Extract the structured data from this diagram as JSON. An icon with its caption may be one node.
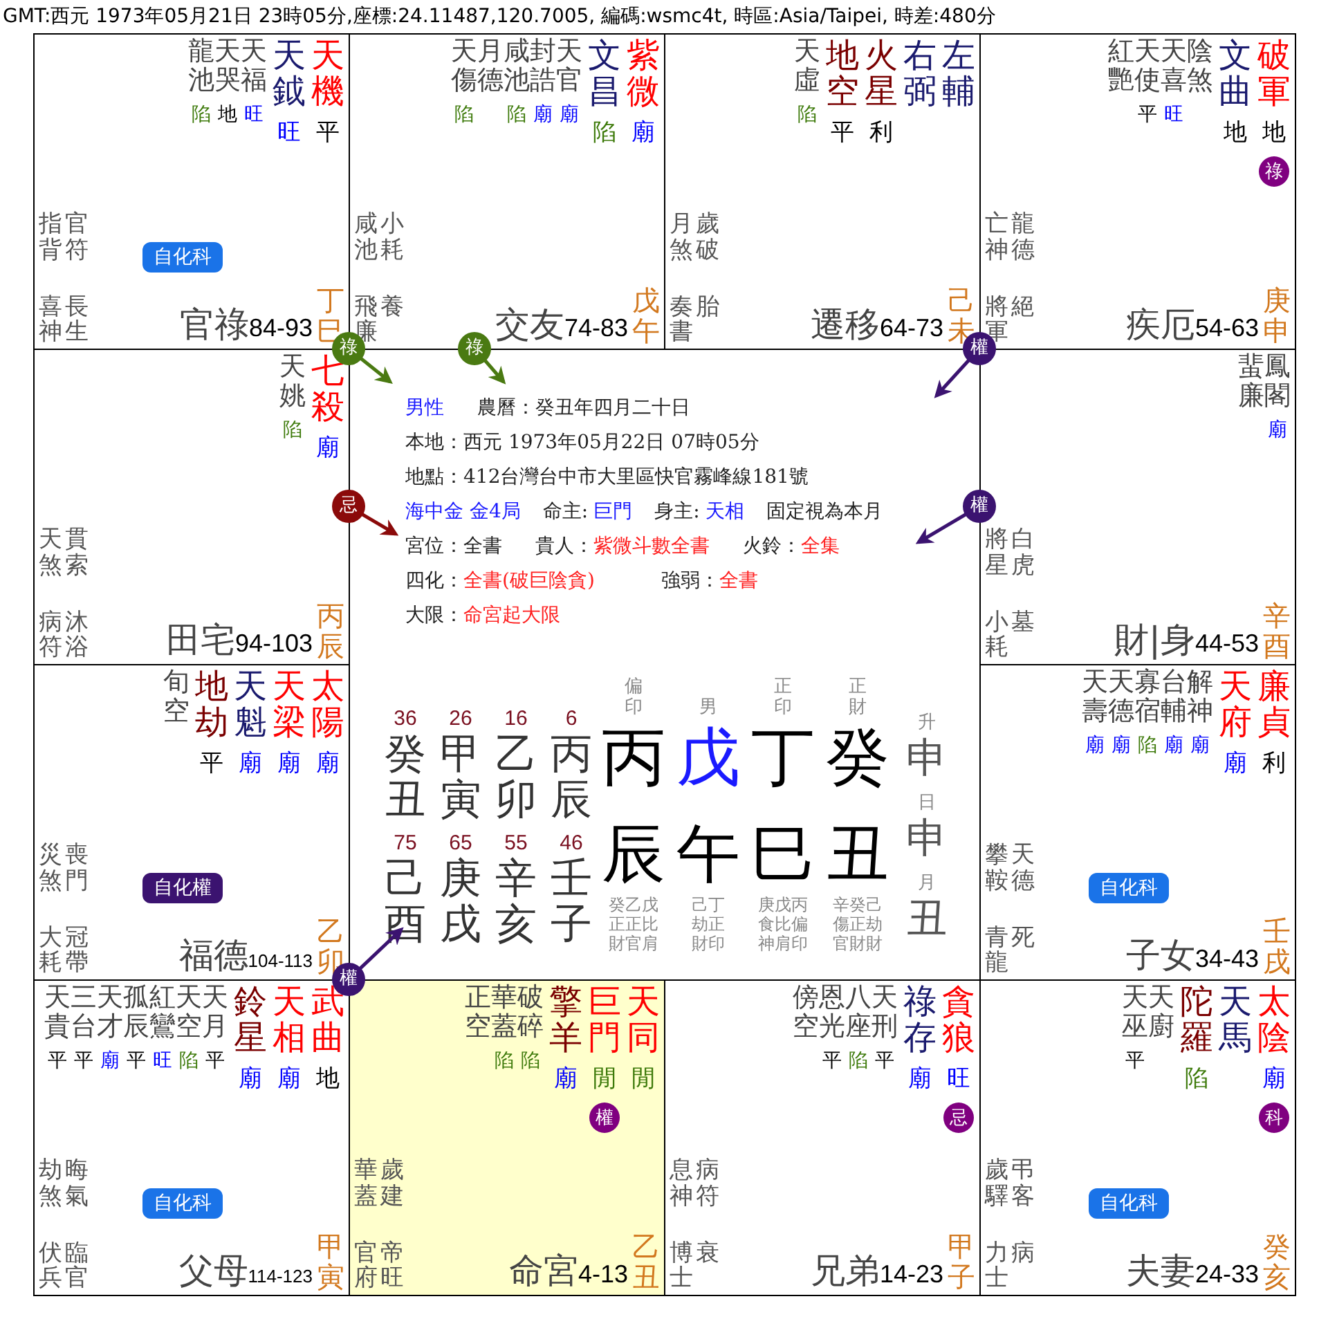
{
  "diagram": {
    "title": "GMT:西元 1973年05月21日 23時05分,座標:24.11487,120.7005, 編碼:wsmc4t, 時區:Asia/Taipei, 時差:480分",
    "nodes": [
      {
        "text": [
          "官祿",
          "84-93",
          "丁巳",
          "指背",
          "官符",
          "喜神",
          "長生",
          "龍池",
          "陷",
          "天哭",
          "地",
          "天福",
          "旺",
          "天鉞",
          "旺",
          "天機",
          "平"
        ]
      },
      {
        "text": [
          "自化科"
        ],
        "in": 0
      },
      {
        "text": [
          "交友",
          "74-83",
          "戊午",
          "咸池",
          "小耗",
          "飛廉",
          "養",
          "天傷",
          "陷",
          "月德",
          "咸池",
          "陷",
          "封誥",
          "廟",
          "天官",
          "廟",
          "文昌",
          "陷",
          "紫微",
          "廟"
        ]
      },
      {
        "text": [
          "遷移",
          "64-73",
          "己未",
          "月煞",
          "歲破",
          "奏書",
          "胎",
          "天虛",
          "陷",
          "地空",
          "平",
          "火星",
          "利",
          "右弼",
          "左輔"
        ]
      },
      {
        "text": [
          "疾厄",
          "54-63",
          "庚申",
          "亡神",
          "龍德",
          "將軍",
          "絕",
          "紅艷",
          "天使",
          "平",
          "天喜",
          "旺",
          "陰煞",
          "文曲",
          "地",
          "破軍",
          "地"
        ]
      },
      {
        "text": [
          "祿"
        ],
        "in": 4
      },
      {
        "text": [
          "田宅",
          "94-103",
          "丙辰",
          "天煞",
          "貫索",
          "病符",
          "沐浴",
          "天姚",
          "陷",
          "七殺",
          "廟"
        ]
      },
      {
        "text": [
          "男性",
          "農曆：癸丑年四月二十日",
          "本地：西元 1973年05月22日 07時05分",
          "地點：412台灣台中市大里區快官霧峰線181號",
          "海中金 金4局",
          "命主:",
          "巨門",
          "身主:",
          "天相",
          "固定視為本月",
          "宮位：全書",
          "貴人：",
          "紫微斗數全書",
          "火鈴：",
          "全集",
          "四化：",
          "全書(破巨陰貪)",
          "強弱：",
          "全書",
          "大限：",
          "命宮起大限",
          "36",
          "26",
          "16",
          "6",
          "癸丑",
          "甲寅",
          "乙卯",
          "丙辰",
          "75",
          "65",
          "55",
          "46",
          "己酉",
          "庚戌",
          "辛亥",
          "壬子",
          "偏印",
          "男",
          "正印",
          "正財",
          "丙",
          "戊",
          "丁",
          "癸",
          "辰",
          "午",
          "巳",
          "丑",
          "癸乙戊",
          "正正比",
          "財官肩",
          "己丁",
          "劫正",
          "財印",
          "庚戊丙",
          "食比偏",
          "神肩印",
          "辛癸己",
          "傷正劫",
          "官財財",
          "升",
          "申",
          "日",
          "申",
          "月",
          "丑"
        ]
      },
      {
        "text": [
          "財|身",
          "44-53",
          "辛酉",
          "將星",
          "白虎",
          "小耗",
          "墓",
          "蜚廉",
          "鳳閣",
          "廟"
        ]
      },
      {
        "text": [
          "福德",
          "104-113",
          "乙卯",
          "災煞",
          "喪門",
          "大耗",
          "冠帶",
          "旬空",
          "地劫",
          "平",
          "天魁",
          "廟",
          "天梁",
          "廟",
          "太陽",
          "廟"
        ]
      },
      {
        "text": [
          "自化權"
        ],
        "in": 9
      },
      {
        "text": [
          "子女",
          "34-43",
          "壬戌",
          "攀鞍",
          "天德",
          "青龍",
          "死",
          "天壽",
          "廟",
          "天德",
          "廟",
          "寡宿",
          "陷",
          "台輔",
          "廟",
          "解神",
          "廟",
          "天府",
          "廟",
          "廉貞",
          "利"
        ]
      },
      {
        "text": [
          "自化科"
        ],
        "in": 11
      },
      {
        "text": [
          "父母",
          "114-123",
          "甲寅",
          "劫煞",
          "晦氣",
          "伏兵",
          "臨官",
          "天貴",
          "平",
          "三台",
          "平",
          "天才",
          "廟",
          "孤辰",
          "平",
          "紅鸞",
          "旺",
          "天空",
          "陷",
          "天月",
          "平",
          "鈴星",
          "廟",
          "天相",
          "廟",
          "武曲",
          "地"
        ]
      },
      {
        "text": [
          "自化科"
        ],
        "in": 13
      },
      {
        "text": [
          "命宮",
          "4-13",
          "乙丑",
          "華蓋",
          "歲建",
          "官府",
          "帝旺",
          "正空",
          "華蓋",
          "陷",
          "破碎",
          "陷",
          "擎羊",
          "廟",
          "巨門",
          "閒",
          "天同",
          "閒"
        ]
      },
      {
        "text": [
          "權"
        ],
        "in": 15
      },
      {
        "text": [
          "兄弟",
          "14-23",
          "甲子",
          "息神",
          "病符",
          "博士",
          "衰",
          "傍空",
          "恩光",
          "平",
          "八座",
          "陷",
          "天刑",
          "平",
          "祿存",
          "廟",
          "貪狼",
          "旺"
        ]
      },
      {
        "text": [
          "忌"
        ],
        "in": 17
      },
      {
        "text": [
          "夫妻",
          "24-33",
          "癸亥",
          "歲驛",
          "弔客",
          "力士",
          "病",
          "天巫",
          "平",
          "天廚",
          "陀羅",
          "陷",
          "天馬",
          "太陰",
          "廟"
        ]
      },
      {
        "text": [
          "科"
        ],
        "in": 19
      },
      {
        "text": [
          "自化科"
        ],
        "in": 19
      }
    ],
    "edges": [
      {
        "from": 0,
        "to": 7,
        "arrow": "to",
        "label": "祿",
        "color": "#4a7a12"
      },
      {
        "from": 2,
        "to": 7,
        "arrow": "to",
        "label": "祿",
        "color": "#4a7a12"
      },
      {
        "from": 3,
        "to": 7,
        "arrow": "to",
        "label": "權"
      },
      {
        "from": 8,
        "to": 7,
        "arrow": "to",
        "label": "權"
      },
      {
        "from": 6,
        "to": 7,
        "arrow": "to",
        "label": "忌",
        "color": "#8b0a0a"
      },
      {
        "from": 9,
        "to": 7,
        "arrow": "to",
        "label": "權"
      }
    ]
  }
}
